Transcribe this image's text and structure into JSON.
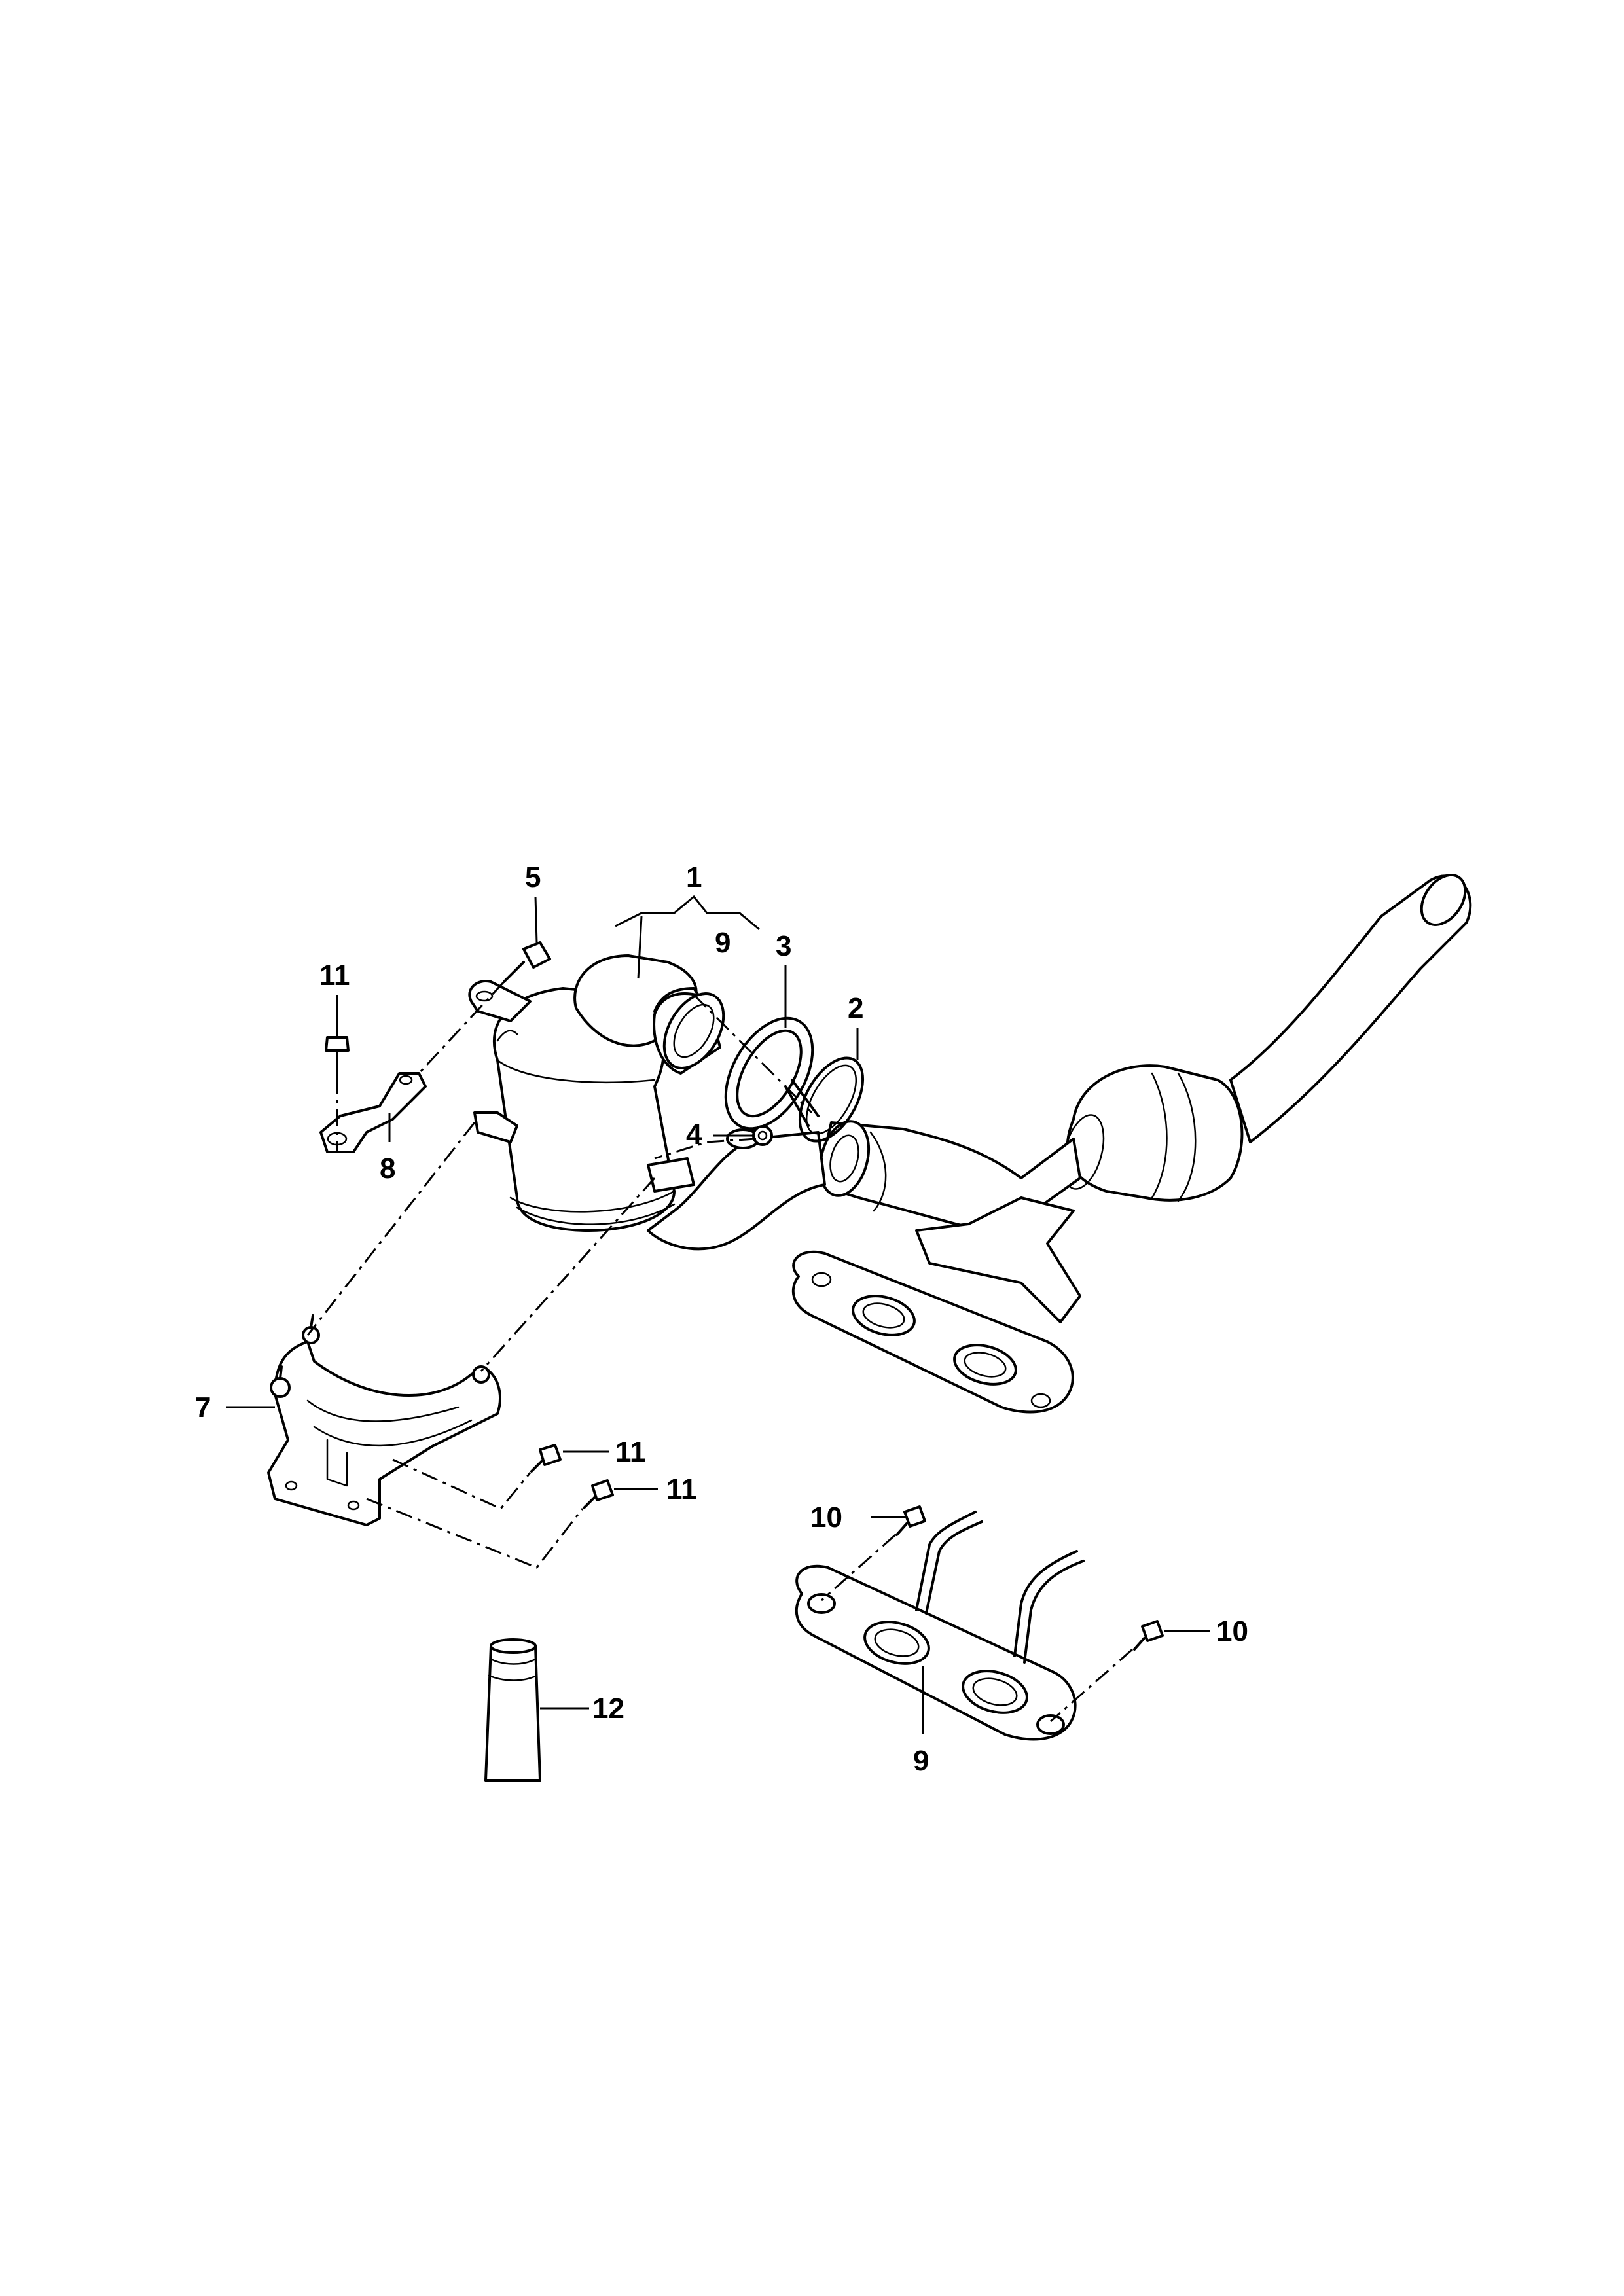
{
  "diagram": {
    "callouts": [
      {
        "id": "c1",
        "text": "1"
      },
      {
        "id": "c9a",
        "text": "9"
      },
      {
        "id": "c5",
        "text": "5"
      },
      {
        "id": "c3",
        "text": "3"
      },
      {
        "id": "c2",
        "text": "2"
      },
      {
        "id": "c11a",
        "text": "11"
      },
      {
        "id": "c4",
        "text": "4"
      },
      {
        "id": "c8",
        "text": "8"
      },
      {
        "id": "c7",
        "text": "7"
      },
      {
        "id": "c11b",
        "text": "11"
      },
      {
        "id": "c11c",
        "text": "11"
      },
      {
        "id": "c10a",
        "text": "10"
      },
      {
        "id": "c10b",
        "text": "10"
      },
      {
        "id": "c12",
        "text": "12"
      },
      {
        "id": "c9b",
        "text": "9"
      }
    ]
  }
}
